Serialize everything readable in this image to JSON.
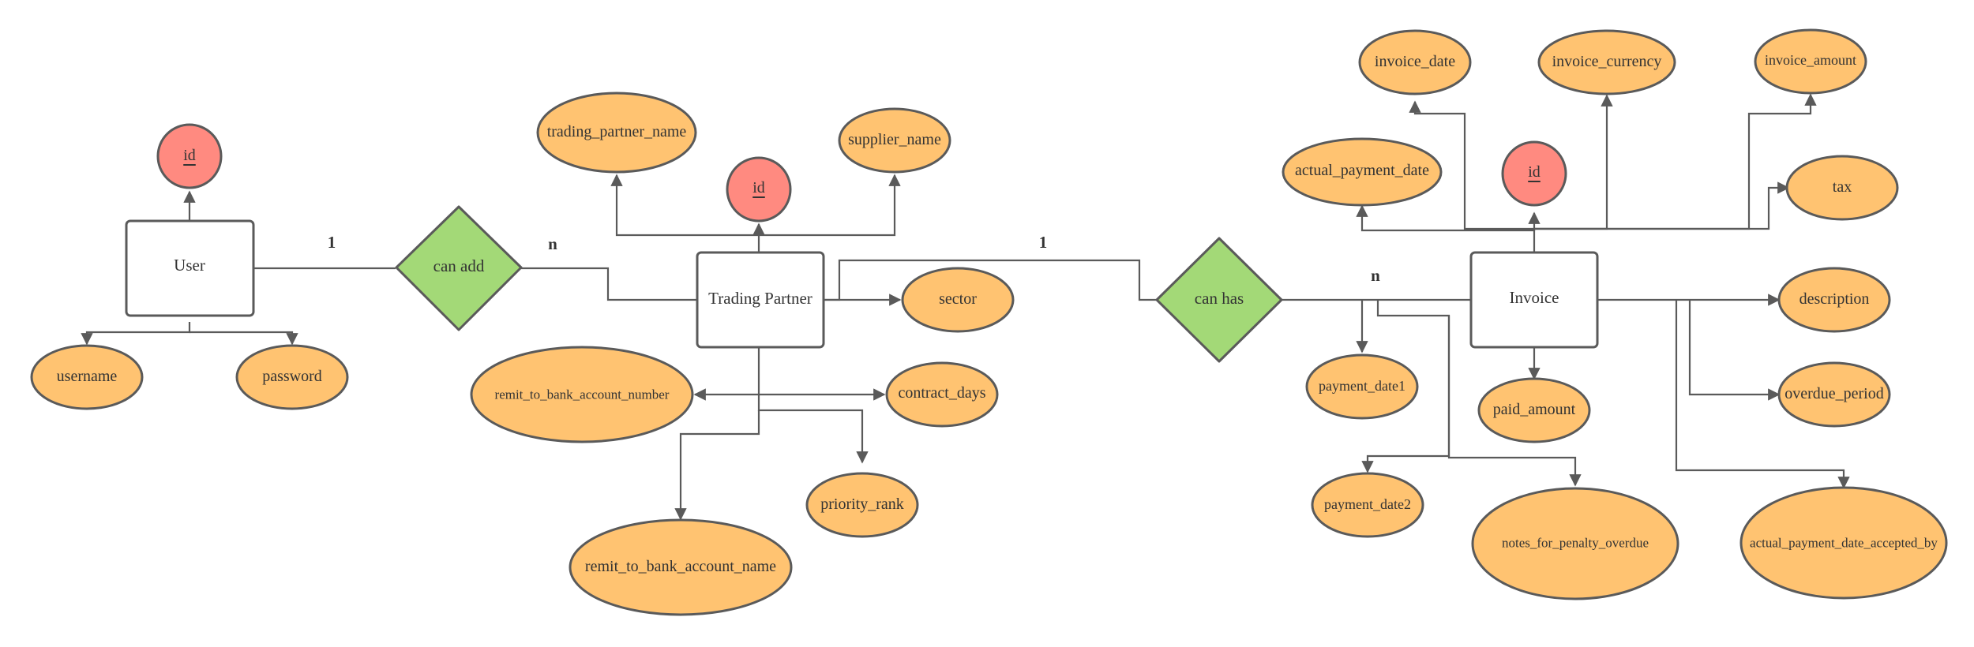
{
  "entities": {
    "user": "User",
    "trading_partner": "Trading Partner",
    "invoice": "Invoice"
  },
  "relationships": {
    "can_add": "can add",
    "can_has": "can has"
  },
  "cardinalities": {
    "user_can_add": "1",
    "can_add_trading_partner": "n",
    "trading_partner_can_has": "1",
    "can_has_invoice": "n"
  },
  "attributes": {
    "user": {
      "id": "id",
      "username": "username",
      "password": "password"
    },
    "trading_partner": {
      "id": "id",
      "trading_partner_name": "trading_partner_name",
      "supplier_name": "supplier_name",
      "sector": "sector",
      "remit_to_bank_account_number": "remit_to_bank_account_number",
      "contract_days": "contract_days",
      "priority_rank": "priority_rank",
      "remit_to_bank_account_name": "remit_to_bank_account_name"
    },
    "invoice": {
      "id": "id",
      "invoice_date": "invoice_date",
      "invoice_currency": "invoice_currency",
      "invoice_amount": "invoice_amount",
      "actual_payment_date": "actual_payment_date",
      "tax": "tax",
      "description": "description",
      "overdue_period": "overdue_period",
      "actual_payment_date_accepted_by": "actual_payment_date_accepted_by",
      "payment_date1": "payment_date1",
      "paid_amount": "paid_amount",
      "payment_date2": "payment_date2",
      "notes_for_penalty_overdue": "notes_for_penalty_overdue"
    }
  },
  "colors": {
    "entity_fill": "#ffffff",
    "attribute_fill": "#ffc371",
    "key_attribute_fill": "#ff8a80",
    "relationship_fill": "#a3d977",
    "stroke": "#5a5a5a"
  }
}
